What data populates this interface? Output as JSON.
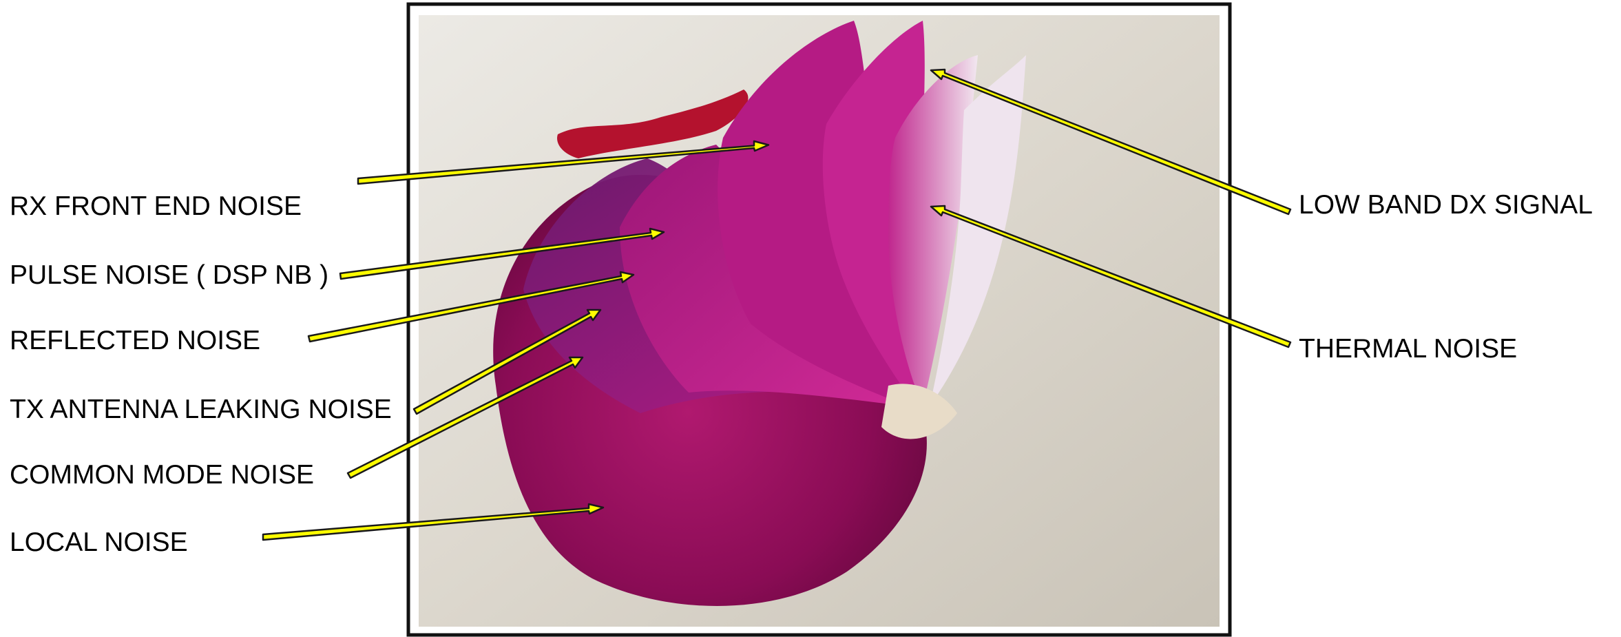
{
  "labels": {
    "rx_front_end": "RX FRONT END NOISE",
    "pulse": "PULSE NOISE ( DSP NB )",
    "reflected": "REFLECTED NOISE",
    "tx_leak": "TX ANTENNA LEAKING NOISE",
    "common_mode": "COMMON MODE NOISE",
    "local": "LOCAL NOISE",
    "low_band_dx": "LOW BAND DX SIGNAL",
    "thermal": "THERMAL NOISE"
  },
  "colors": {
    "arrow_fill": "#ffff00",
    "arrow_stroke": "#1a1a1a",
    "frame": "#111111",
    "onion": "#8e0f5a",
    "onion_light": "#c0208a",
    "background_sand": "#d8d3c9"
  },
  "icons": {
    "picture": "red-onion-cut-layers-photo",
    "pointer": "yellow-arrow"
  }
}
